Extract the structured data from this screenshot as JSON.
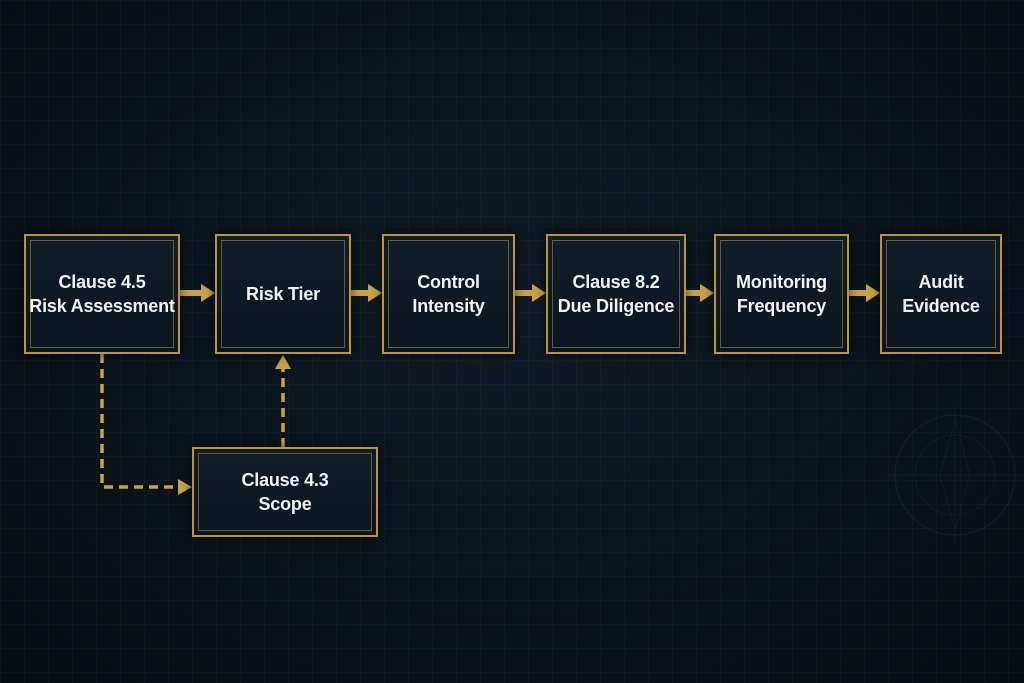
{
  "diagram": {
    "colors": {
      "background": "#0b131b",
      "box_fill": "#0f1b26",
      "accent": "#b8963d",
      "text": "#f2f2f2"
    },
    "nodes": {
      "risk_assessment": {
        "line1": "Clause 4.5",
        "line2": "Risk Assessment"
      },
      "risk_tier": {
        "line1": "Risk Tier"
      },
      "control_intensity": {
        "line1": "Control",
        "line2": "Intensity"
      },
      "due_diligence": {
        "line1": "Clause 8.2",
        "line2": "Due Diligence"
      },
      "monitoring_frequency": {
        "line1": "Monitoring",
        "line2": "Frequency"
      },
      "audit_evidence": {
        "line1": "Audit",
        "line2": "Evidence"
      },
      "scope": {
        "line1": "Clause 4.3",
        "line2": "Scope"
      }
    },
    "edges": [
      {
        "from": "risk_assessment",
        "to": "risk_tier",
        "style": "solid"
      },
      {
        "from": "risk_tier",
        "to": "control_intensity",
        "style": "solid"
      },
      {
        "from": "control_intensity",
        "to": "due_diligence",
        "style": "solid"
      },
      {
        "from": "due_diligence",
        "to": "monitoring_frequency",
        "style": "solid"
      },
      {
        "from": "monitoring_frequency",
        "to": "audit_evidence",
        "style": "solid"
      },
      {
        "from": "risk_assessment",
        "to": "scope",
        "style": "dashed"
      },
      {
        "from": "scope",
        "to": "risk_tier",
        "style": "dashed"
      }
    ]
  }
}
